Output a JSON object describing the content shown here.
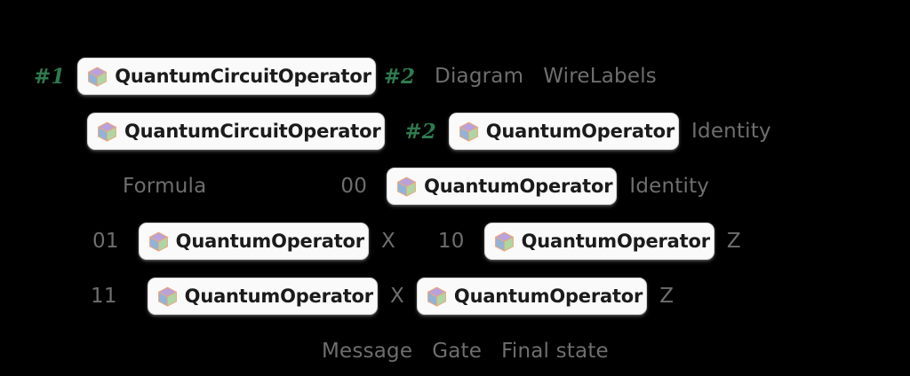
{
  "colors": {
    "background": "#000000",
    "pill_background": "#fafafa",
    "pill_border": "#d8d8d8",
    "pill_text": "#1b1b1b",
    "muted_text": "#6e6e6e",
    "slot_green": "#2f7a4e",
    "cube_top": "#b9a1dc",
    "cube_left": "#93b2d8",
    "cube_right": "#aed6a3",
    "cube_outline": "#e8a97e"
  },
  "rows": [
    {
      "id": "row-1",
      "items": [
        {
          "kind": "slot",
          "text": "#1"
        },
        {
          "kind": "pill",
          "text": "QuantumCircuitOperator",
          "icon": "cube-icon"
        },
        {
          "kind": "slot",
          "text": "#2"
        },
        {
          "kind": "label",
          "text": "Diagram"
        },
        {
          "kind": "label",
          "text": "WireLabels"
        }
      ]
    },
    {
      "id": "row-2",
      "items": [
        {
          "kind": "pill",
          "text": "QuantumCircuitOperator",
          "icon": "cube-icon"
        },
        {
          "kind": "slot",
          "text": "#2"
        },
        {
          "kind": "pill",
          "text": "QuantumOperator",
          "icon": "cube-icon"
        },
        {
          "kind": "label",
          "text": "Identity"
        }
      ]
    },
    {
      "id": "row-3",
      "items": [
        {
          "kind": "label",
          "text": "Formula"
        },
        {
          "kind": "label",
          "text": "00"
        },
        {
          "kind": "pill",
          "text": "QuantumOperator",
          "icon": "cube-icon"
        },
        {
          "kind": "label",
          "text": "Identity"
        }
      ]
    },
    {
      "id": "row-4",
      "items": [
        {
          "kind": "label",
          "text": "01"
        },
        {
          "kind": "pill",
          "text": "QuantumOperator",
          "icon": "cube-icon"
        },
        {
          "kind": "label",
          "text": "X"
        },
        {
          "kind": "label",
          "text": "10"
        },
        {
          "kind": "pill",
          "text": "QuantumOperator",
          "icon": "cube-icon"
        },
        {
          "kind": "label",
          "text": "Z"
        }
      ]
    },
    {
      "id": "row-5",
      "items": [
        {
          "kind": "label",
          "text": "11"
        },
        {
          "kind": "pill",
          "text": "QuantumOperator",
          "icon": "cube-icon"
        },
        {
          "kind": "label",
          "text": "X"
        },
        {
          "kind": "pill",
          "text": "QuantumOperator",
          "icon": "cube-icon"
        },
        {
          "kind": "label",
          "text": "Z"
        }
      ]
    },
    {
      "id": "row-6",
      "items": [
        {
          "kind": "label",
          "text": "Message"
        },
        {
          "kind": "label",
          "text": "Gate"
        },
        {
          "kind": "label",
          "text": "Final state"
        }
      ]
    }
  ],
  "row1": {
    "slot1": "#1",
    "pill1": "QuantumCircuitOperator",
    "slot2": "#2",
    "label1": "Diagram",
    "label2": "WireLabels"
  },
  "row2": {
    "pill1": "QuantumCircuitOperator",
    "slot1": "#2",
    "pill2": "QuantumOperator",
    "label1": "Identity"
  },
  "row3": {
    "label1": "Formula",
    "label2": "00",
    "pill1": "QuantumOperator",
    "label3": "Identity"
  },
  "row4": {
    "label1": "01",
    "pill1": "QuantumOperator",
    "label2": "X",
    "label3": "10",
    "pill2": "QuantumOperator",
    "label4": "Z"
  },
  "row5": {
    "label1": "11",
    "pill1": "QuantumOperator",
    "label2": "X",
    "pill2": "QuantumOperator",
    "label3": "Z"
  },
  "row6": {
    "label1": "Message",
    "label2": "Gate",
    "label3": "Final state"
  }
}
